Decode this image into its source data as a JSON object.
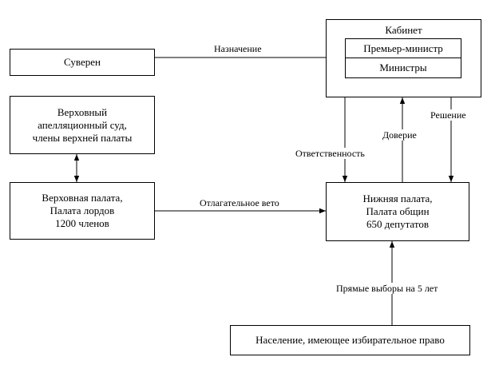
{
  "boxes": {
    "sovereign": "Суверен",
    "supreme_court": "Верховный\nапелляционный суд,\nчлены верхней палаты",
    "house_of_lords": "Верховная палата,\nПалата лордов\n1200 членов",
    "cabinet_title": "Кабинет",
    "prime_minister": "Премьер-министр",
    "ministers": "Министры",
    "house_of_commons": "Нижняя палата,\nПалата общин\n650 депутатов",
    "population": "Население, имеющее избирательное право"
  },
  "edges": {
    "appointment": "Назначение",
    "suspensive_veto": "Отлагательное вето",
    "responsibility": "Ответственность",
    "confidence": "Доверие",
    "decision": "Решение",
    "direct_elections": "Прямые выборы на 5 лет"
  }
}
